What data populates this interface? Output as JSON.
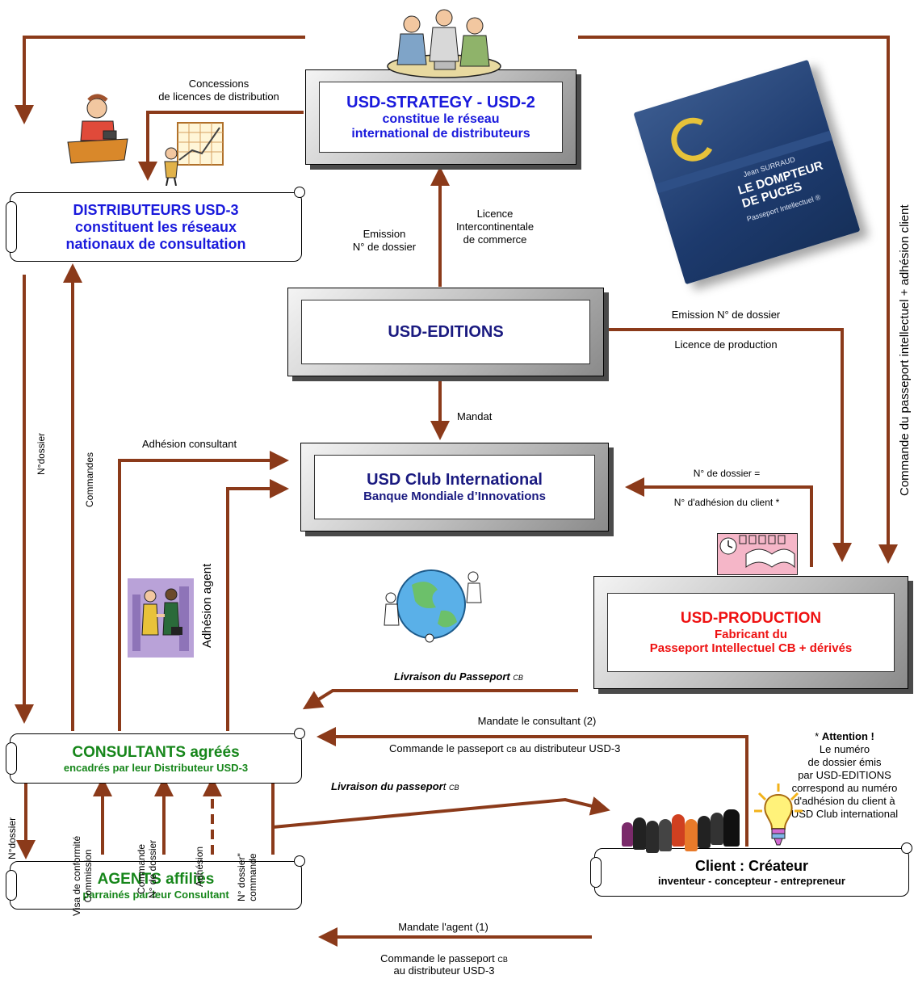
{
  "boxes": {
    "strategy": {
      "title": "USD-STRATEGY - USD-2",
      "line1": "constitue le réseau",
      "line2": "international de distributeurs"
    },
    "distributeurs": {
      "title": "DISTRIBUTEURS USD-3",
      "line1": "constituent les réseaux",
      "line2": "nationaux de consultation"
    },
    "editions": {
      "title": "USD-EDITIONS"
    },
    "club": {
      "title": "USD Club International",
      "subtitle": "Banque Mondiale d’Innovations"
    },
    "production": {
      "title": "USD-PRODUCTION",
      "line1": "Fabricant du",
      "line2": "Passeport Intellectuel CB + dérivés"
    },
    "consultants": {
      "title": "CONSULTANTS agréés",
      "subtitle": "encadrés par leur Distributeur USD-3"
    },
    "agents": {
      "title": "AGENTS affiliés",
      "subtitle": "parrainés par leur Consultant"
    },
    "client": {
      "title": "Client : Créateur",
      "subtitle": "inventeur -  concepteur -  entrepreneur"
    }
  },
  "labels": {
    "concessions_1": "Concessions",
    "concessions_2": "de licences de distribution",
    "emission_1": "Emission",
    "emission_2": "N° de dossier",
    "licence_1": "Licence",
    "licence_2": "Intercontinentale",
    "licence_3": "de commerce",
    "emission_prod": "Emission N° de dossier",
    "licence_prod": "Licence de production",
    "mandat": "Mandat",
    "adhesion_consultant": "Adhésion consultant",
    "dossier_eq_1": "N° de dossier =",
    "dossier_eq_2": "N° d'adhésion du client *",
    "livraison_top": "Livraison du Passeport",
    "livraison_top_cb": "CB",
    "mandate_consultant": "Mandate le consultant (2)",
    "commande_passeport_1": "Commande le passeport",
    "commande_passeport_cb": "CB",
    "commande_passeport_2": "  au distributeur USD-3",
    "livraison_mid": "Livraison du  passepor",
    "livraison_mid_t": "t",
    "livraison_mid_cb": "CB",
    "mandate_agent": "Mandate l'agent (1)",
    "commande_agent_1": "Commande le passeport",
    "commande_agent_cb": "CB",
    "commande_agent_2": "au distributeur USD-3",
    "attention_1": "* ",
    "attention_bold": "Attention !",
    "attention_2": "Le numéro",
    "attention_3": "de dossier émis",
    "attention_4": "par USD-EDITIONS",
    "attention_5": "correspond au numéro",
    "attention_6": "d'adhésion du client à",
    "attention_7": "USD Club international"
  },
  "vertical_labels": {
    "ndossier_left": "N°dossier",
    "commandes": "Commandes",
    "adhesion_agent": "Adhésion agent",
    "commande_passeport_client": "Commande du passeport intellectuel + adhésion client",
    "ndossier_bottom": "N°dossier",
    "visa_1": "Visa de conformité",
    "visa_2": "Commission",
    "commande_nd_1": "Commande",
    "commande_nd_2": "N° de dossier",
    "adhesion": "Adhésion",
    "ndossier_cmd_1": "N° dossier\"",
    "ndossier_cmd_2": "commande"
  },
  "book": {
    "author": "Jean SURRAUD",
    "title_1": "LE DOMPTEUR",
    "title_2": "DE PUCES",
    "subtitle": "Passeport Intellectuel ®"
  },
  "colors": {
    "arrow": "#8b3a1a",
    "blue": "#1a1adc",
    "navy": "#1a1a80",
    "red": "#ee1111",
    "green": "#16861a"
  }
}
